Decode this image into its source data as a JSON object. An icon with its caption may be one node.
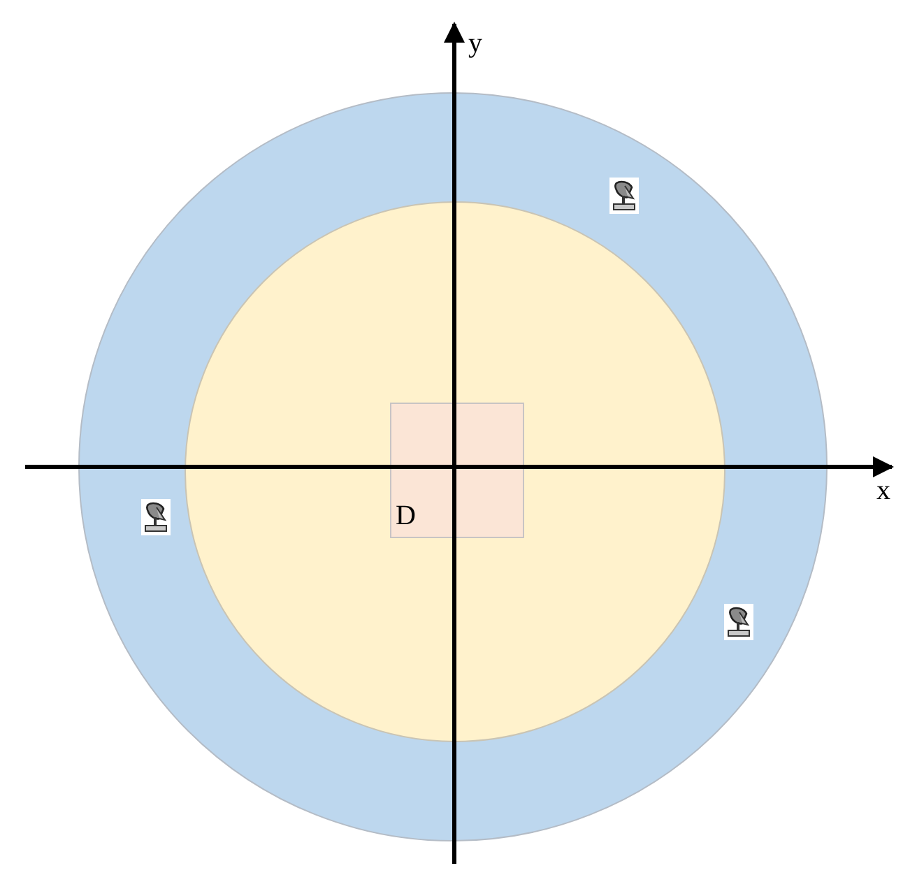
{
  "diagram": {
    "nodes": [
      {
        "text": [],
        "shape": "circle"
      },
      {
        "text": [],
        "shape": "circle",
        "in": 0
      },
      {
        "text": [
          "D"
        ],
        "in": 1
      }
    ],
    "labels": [
      "y",
      "x"
    ]
  }
}
